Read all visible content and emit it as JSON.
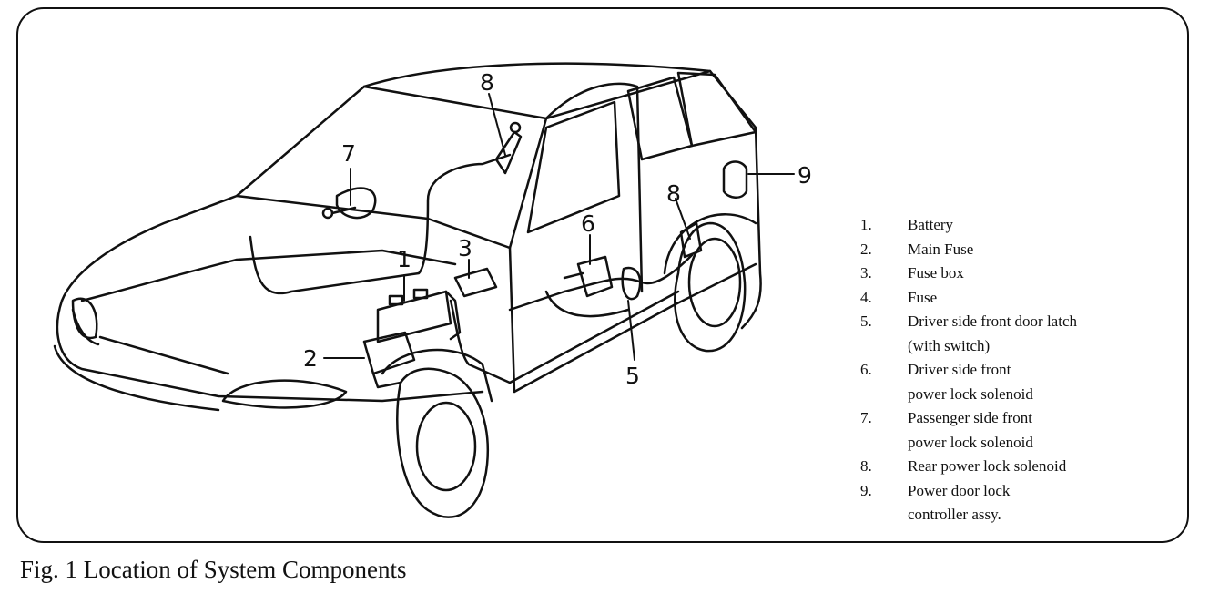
{
  "diagram": {
    "callouts": [
      {
        "id": "c8a",
        "text": "8"
      },
      {
        "id": "c7",
        "text": "7"
      },
      {
        "id": "c1",
        "text": "1"
      },
      {
        "id": "c3",
        "text": "3"
      },
      {
        "id": "c6",
        "text": "6"
      },
      {
        "id": "c8b",
        "text": "8"
      },
      {
        "id": "c9",
        "text": "9"
      },
      {
        "id": "c2",
        "text": "2"
      },
      {
        "id": "c5",
        "text": "5"
      }
    ],
    "legend": [
      {
        "num": "1.",
        "lines": [
          "Battery"
        ]
      },
      {
        "num": "2.",
        "lines": [
          "Main Fuse"
        ]
      },
      {
        "num": "3.",
        "lines": [
          "Fuse box"
        ]
      },
      {
        "num": "4.",
        "lines": [
          "Fuse"
        ]
      },
      {
        "num": "5.",
        "lines": [
          "Driver side front door latch",
          "(with switch)"
        ]
      },
      {
        "num": "6.",
        "lines": [
          "Driver side front",
          "power lock solenoid"
        ]
      },
      {
        "num": "7.",
        "lines": [
          "Passenger side front",
          "power lock solenoid"
        ]
      },
      {
        "num": "8.",
        "lines": [
          "Rear power lock solenoid"
        ]
      },
      {
        "num": "9.",
        "lines": [
          "Power door lock",
          "controller assy."
        ]
      }
    ]
  },
  "caption": "Fig. 1 Location of System Components"
}
